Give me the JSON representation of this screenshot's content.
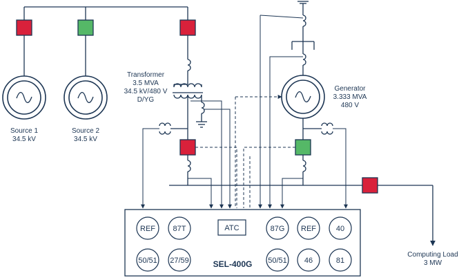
{
  "colors": {
    "line": "#1c3553",
    "breaker_closed": "#d9213b",
    "breaker_open": "#55b867"
  },
  "sources": {
    "source1": {
      "name": "Source 1",
      "voltage": "34.5 kV"
    },
    "source2": {
      "name": "Source 2",
      "voltage": "34.5 kV"
    }
  },
  "transformer": {
    "title": "Transformer",
    "rating": "3.5 MVA",
    "voltage": "34.5 kV/480 V",
    "connection": "D/YG"
  },
  "generator": {
    "title": "Generator",
    "rating": "3.333 MVA",
    "voltage": "480 V"
  },
  "load": {
    "name": "Computing Load",
    "rating": "3 MW"
  },
  "relay": {
    "name": "SEL-400G",
    "atc": "ATC",
    "functions": {
      "ref_left": "REF",
      "f87t": "87T",
      "f5051_left": "50/51",
      "f2759": "27/59",
      "f87g": "87G",
      "ref_right": "REF",
      "f40": "40",
      "f5051_right": "50/51",
      "f46": "46",
      "f81": "81"
    }
  },
  "breakers": {
    "source1": "closed",
    "source2": "open",
    "transformer_hv": "closed",
    "transformer_lv": "closed",
    "generator": "open",
    "load": "closed"
  }
}
